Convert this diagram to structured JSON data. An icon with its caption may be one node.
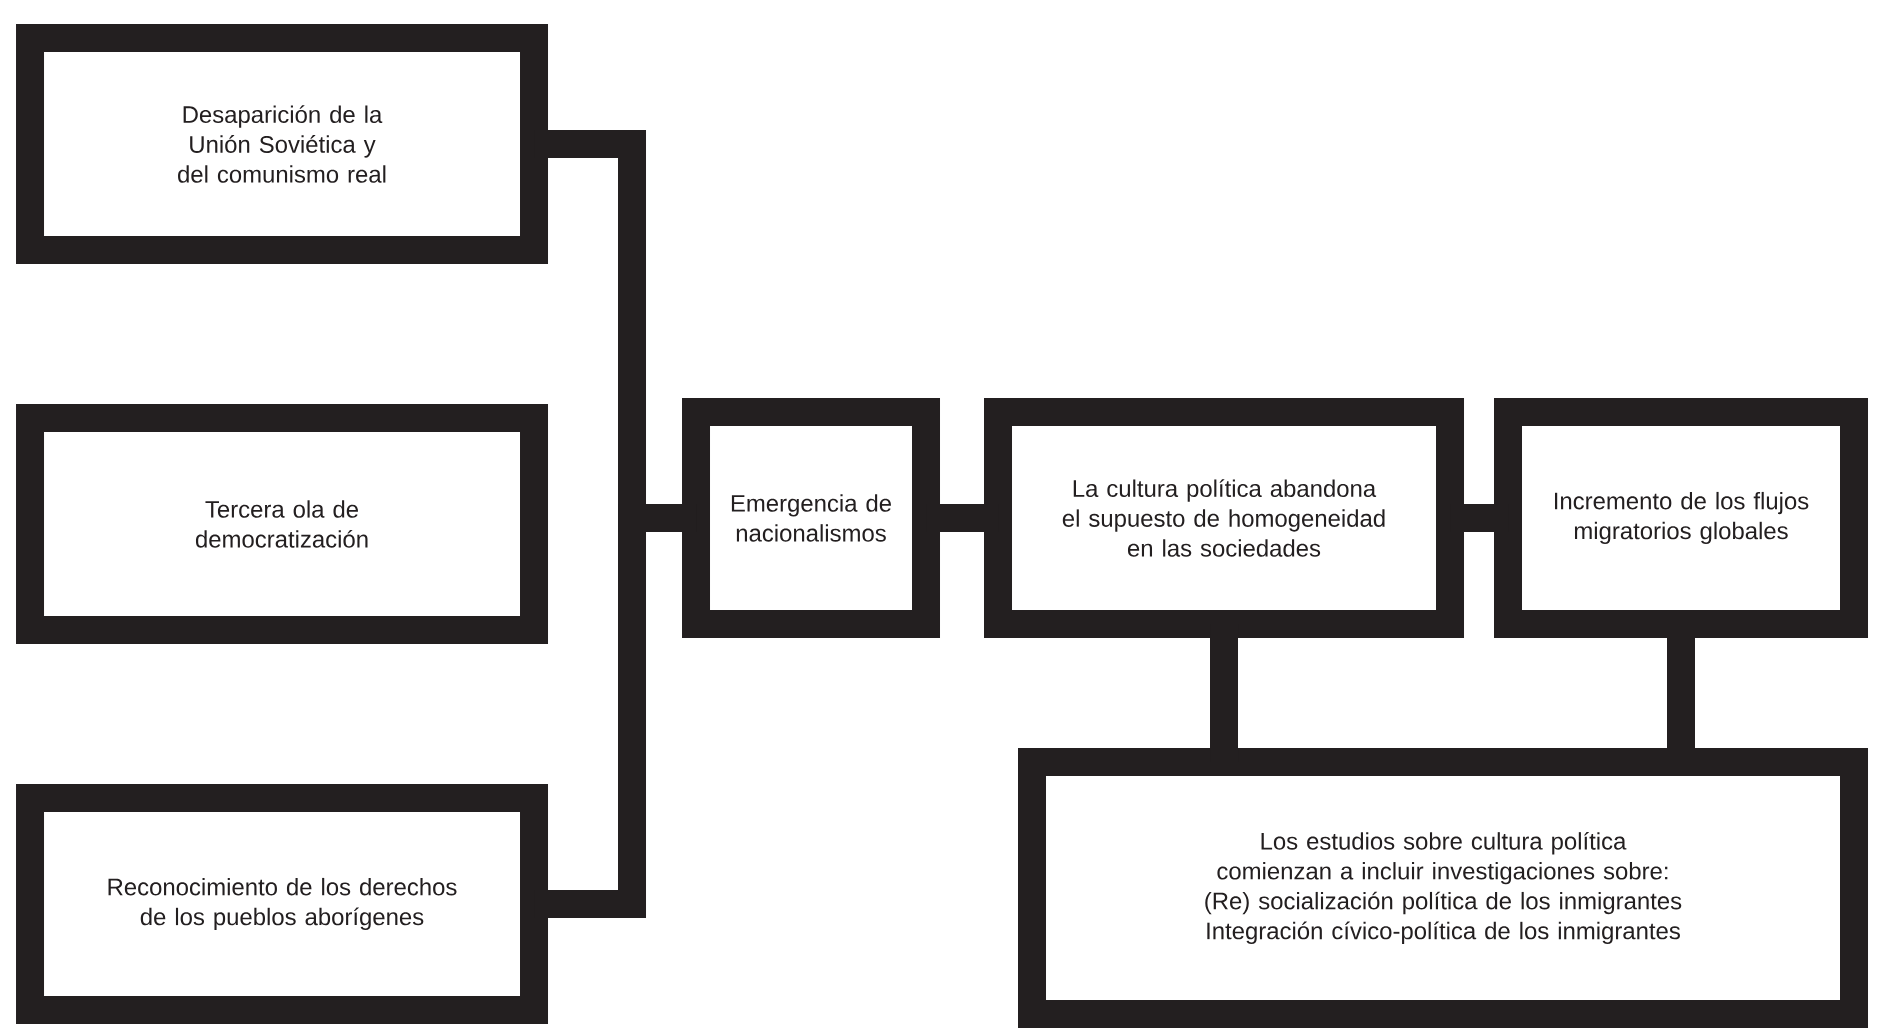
{
  "diagram": {
    "nodes": [
      {
        "text": [
          "Desaparición de la Unión Soviética y del comunismo real"
        ]
      },
      {
        "text": [
          "Tercera ola de democratización"
        ]
      },
      {
        "text": [
          "Reconocimiento de los derechos de los pueblos aborígenes"
        ]
      },
      {
        "text": [
          "Emergencia de nacionalismos"
        ]
      },
      {
        "text": [
          "La cultura política abandona el supuesto de homogeneidad en las sociedades"
        ]
      },
      {
        "text": [
          "Incremento de los flujos migratorios globales"
        ]
      },
      {
        "text": [
          "Los estudios sobre cultura política comienzan a incluir investigaciones sobre:",
          "(Re) socialización política de los inmigrantes",
          "Integración cívico-política de los inmigrantes"
        ]
      }
    ],
    "edges": [
      {
        "from": 0,
        "to": 3,
        "arrow": "none"
      },
      {
        "from": 2,
        "to": 3,
        "arrow": "none"
      },
      {
        "from": 3,
        "to": 4,
        "arrow": "none"
      },
      {
        "from": 4,
        "to": 5,
        "arrow": "none"
      },
      {
        "from": 4,
        "to": 6,
        "arrow": "none"
      },
      {
        "from": 5,
        "to": 6,
        "arrow": "none"
      }
    ]
  }
}
